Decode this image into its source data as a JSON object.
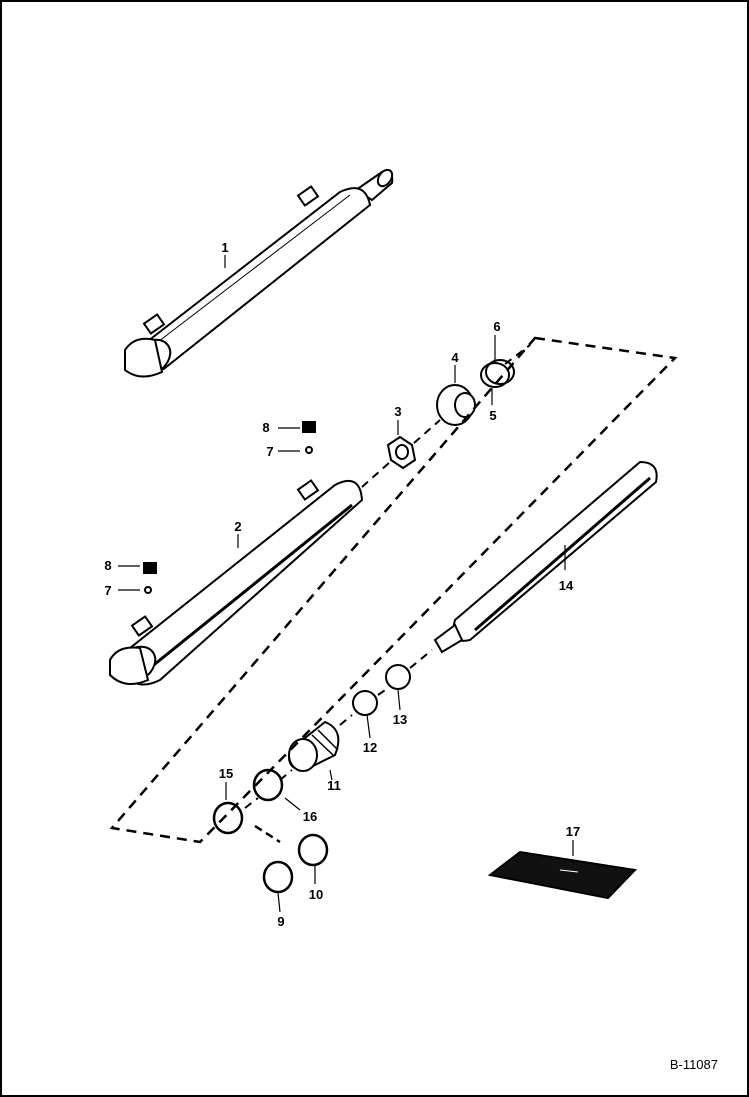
{
  "diagram": {
    "part_labels": {
      "p1": "1",
      "p2": "2",
      "p3": "3",
      "p4": "4",
      "p5": "5",
      "p6": "6",
      "p7a": "7",
      "p7b": "7",
      "p8a": "8",
      "p8b": "8",
      "p9": "9",
      "p10": "10",
      "p11": "11",
      "p12": "12",
      "p13": "13",
      "p14": "14",
      "p15": "15",
      "p16": "16",
      "p17": "17"
    },
    "document_id": "B-11087"
  }
}
